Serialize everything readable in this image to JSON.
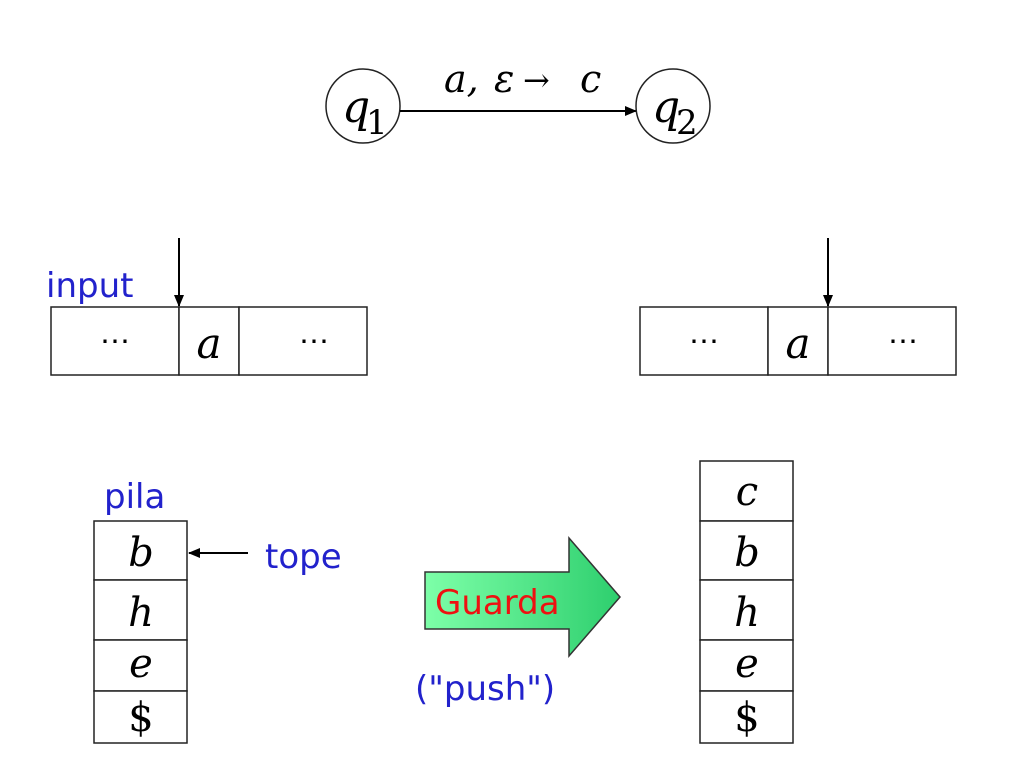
{
  "transition": {
    "from_state": "q",
    "from_index": "1",
    "to_state": "q",
    "to_index": "2",
    "label_input": "a,",
    "label_pop": "ε",
    "label_arrow": "→",
    "label_push": "c"
  },
  "input_label": "input",
  "tape_before": {
    "cells": [
      "⋯",
      "a",
      "⋯"
    ]
  },
  "tape_after": {
    "cells": [
      "⋯",
      "a",
      "⋯"
    ]
  },
  "stack_label": "pila",
  "top_label": "tope",
  "stack_before": [
    "b",
    "h",
    "e",
    "$"
  ],
  "stack_after": [
    "c",
    "b",
    "h",
    "e",
    "$"
  ],
  "action_label": "Guarda",
  "action_note": "(\"push\")",
  "colors": {
    "label_blue": "#2222cc",
    "action_red": "#ee1111",
    "arrow_green_light": "#7dffa8",
    "arrow_green_dark": "#2ecf6e"
  }
}
